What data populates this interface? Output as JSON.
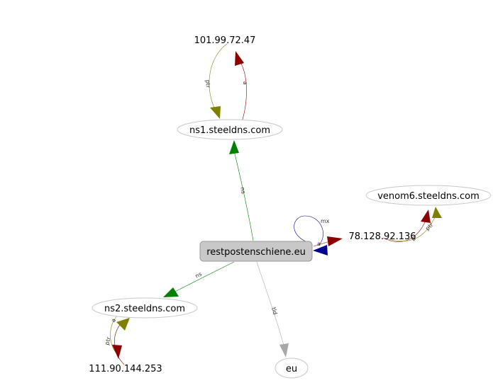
{
  "colors": {
    "ns": "#008000",
    "a": "#8b0000",
    "ptr": "#808000",
    "mx": "#00008b",
    "tld": "#a9a9a9",
    "node_border": "#c8c8c8",
    "main_fill": "#c8c8c8",
    "main_border": "#999999"
  },
  "nodes": {
    "main": "restpostenschiene.eu",
    "ns1": "ns1.steeldns.com",
    "ns2": "ns2.steeldns.com",
    "venom6": "venom6.steeldns.com",
    "eu": "eu",
    "ip_ns1": "101.99.72.47",
    "ip_ns2": "111.90.144.253",
    "ip_mx": "78.128.92.136"
  },
  "edge_labels": {
    "ns1": "ns",
    "ns2": "ns",
    "mx_loop": "mx",
    "a_main_ip": "a",
    "tld": "tld",
    "ns1_a": "a",
    "ns1_ptr": "ptr",
    "ns2_a": "a",
    "ns2_ptr": "ptr",
    "venom6_a": "a",
    "venom6_ptr": "ptr"
  }
}
